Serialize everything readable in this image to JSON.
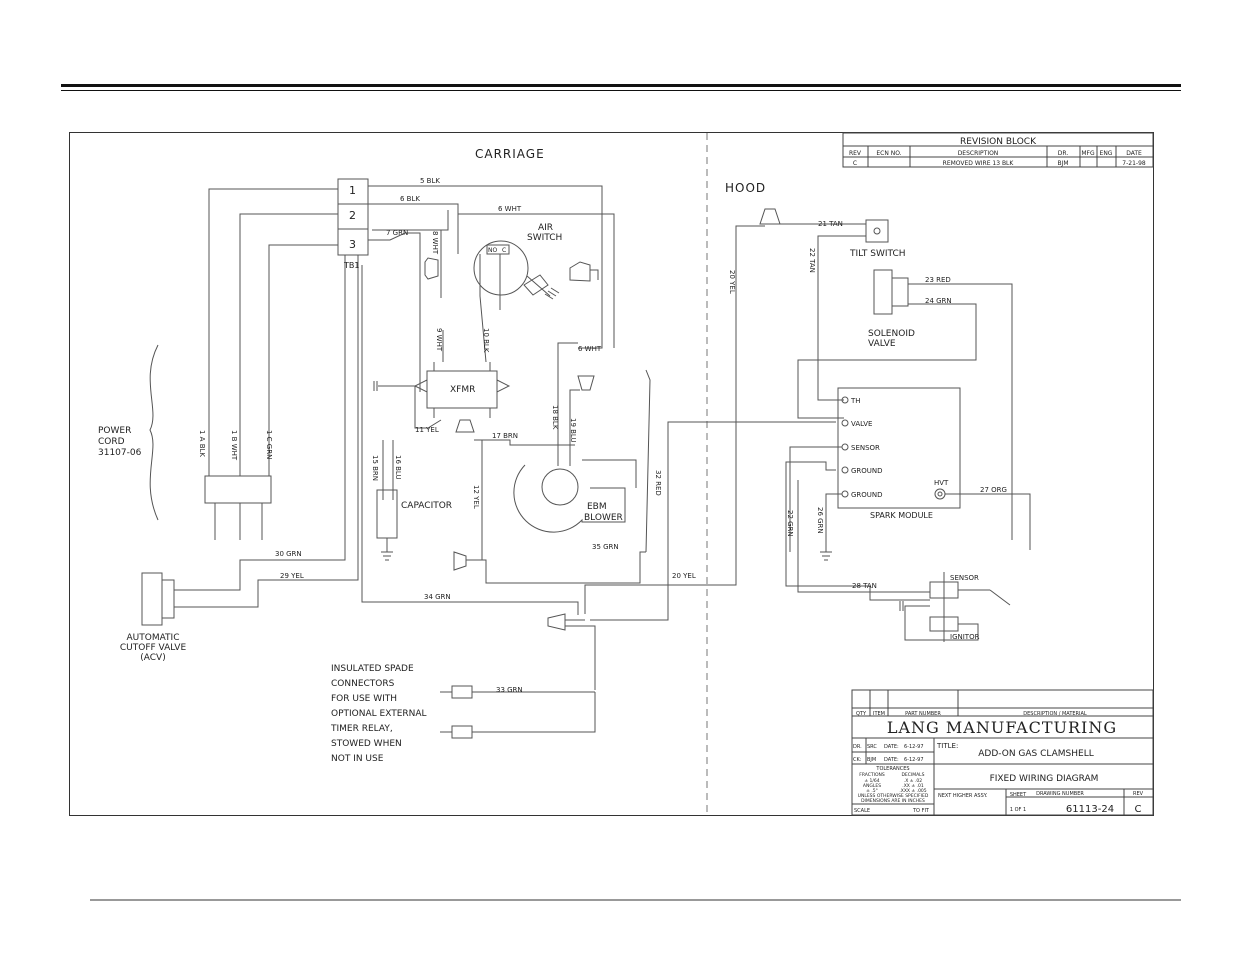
{
  "sections": {
    "carriage": "CARRIAGE",
    "hood": "HOOD"
  },
  "revision_block": {
    "title": "REVISION BLOCK",
    "headers": [
      "REV",
      "ECN NO.",
      "DESCRIPTION",
      "DR.",
      "MFG",
      "ENG",
      "DATE"
    ],
    "row": [
      "C",
      "",
      "REMOVED WIRE 13 BLK",
      "BJM",
      "",
      "",
      "7-21-98"
    ]
  },
  "components": {
    "tb1": "TB1",
    "terminals": [
      "1",
      "2",
      "3"
    ],
    "air_switch": [
      "AIR",
      "SWITCH"
    ],
    "air_switch_contacts": [
      "NO",
      "C"
    ],
    "xfmr": "XFMR",
    "capacitor": "CAPACITOR",
    "ebm_blower": [
      "EBM",
      "BLOWER"
    ],
    "power_cord": [
      "POWER",
      "CORD",
      "31107-06"
    ],
    "acv": [
      "AUTOMATIC",
      "CUTOFF VALVE",
      "(ACV)"
    ],
    "tilt_switch": "TILT SWITCH",
    "solenoid_valve": [
      "SOLENOID",
      "VALVE"
    ],
    "spark_module": "SPARK MODULE",
    "spark_terminals": [
      "TH",
      "VALVE",
      "SENSOR",
      "GROUND",
      "GROUND"
    ],
    "hvt": "HVT",
    "sensor": "SENSOR",
    "ignitor": "IGNITOR"
  },
  "wires": {
    "w5": "5 BLK",
    "w6blk": "6 BLK",
    "w6wht": "6 WHT",
    "w7": "7 GRN",
    "w8": "8 WHT",
    "w9": "9 WHT",
    "w10": "10 BLK",
    "w6wht2": "6 WHT",
    "w11": "11 YEL",
    "w17": "17 BRN",
    "w15": "15 BRN",
    "w16": "16 BLU",
    "w12": "12 YEL",
    "w18": "18 BLK",
    "w19": "19 BLU",
    "w1a": "1 A BLK",
    "w1b": "1 B WHT",
    "w1c": "1 C GRN",
    "w30": "30 GRN",
    "w29": "29 YEL",
    "w34": "34 GRN",
    "w35": "35 GRN",
    "w20a": "20 YEL",
    "w20b": "20 YEL",
    "w32": "32 RED",
    "w21": "21 TAN",
    "w22a": "22 TAN",
    "w23": "23 RED",
    "w24": "24 GRN",
    "w22b": "22 GRN",
    "w26": "26 GRN",
    "w27": "27 ORG",
    "w28": "28 TAN",
    "w33": "33 GRN"
  },
  "note": [
    "INSULATED SPADE",
    "CONNECTORS",
    "FOR USE WITH",
    "OPTIONAL EXTERNAL",
    "TIMER RELAY,",
    "STOWED WHEN",
    "NOT IN USE"
  ],
  "title_block": {
    "headers": [
      "QTY",
      "ITEM",
      "PART NUMBER",
      "DESCRIPTION / MATERIAL"
    ],
    "company": "LANG MANUFACTURING",
    "dr": "DR.",
    "dr_val": "SRC",
    "dr_date_label": "DATE:",
    "dr_date": "6-12-97",
    "ck": "CK:",
    "ck_val": "BJM",
    "ck_date_label": "DATE:",
    "ck_date": "6-12-97",
    "title_label": "TITLE:",
    "title1": "ADD-ON GAS CLAMSHELL",
    "title2": "FIXED WIRING DIAGRAM",
    "tolerances": "TOLERANCES",
    "tol_fractions": "FRACTIONS",
    "tol_decimals": "DECIMALS",
    "tol_frac_val": "± 1/64",
    "tol_dec1": ".X ± .02",
    "tol_angles": "ANGLES",
    "tol_dec2": ".XX ± .01",
    "tol_ang_val": "± .5°",
    "tol_dec3": ".XXX ± .005",
    "unless1": "UNLESS OTHERWISE SPECIFIED",
    "unless2": "DIMENSIONS ARE IN INCHES",
    "scale": "SCALE",
    "scale_val": "TO FIT",
    "next_assy": "NEXT HIGHER ASSY.",
    "sheet": "SHEET",
    "sheet_val": "1 OF 1",
    "dwg_label": "DRAWING NUMBER",
    "dwg_no": "61113-24",
    "rev_label": "REV",
    "rev_val": "C"
  }
}
